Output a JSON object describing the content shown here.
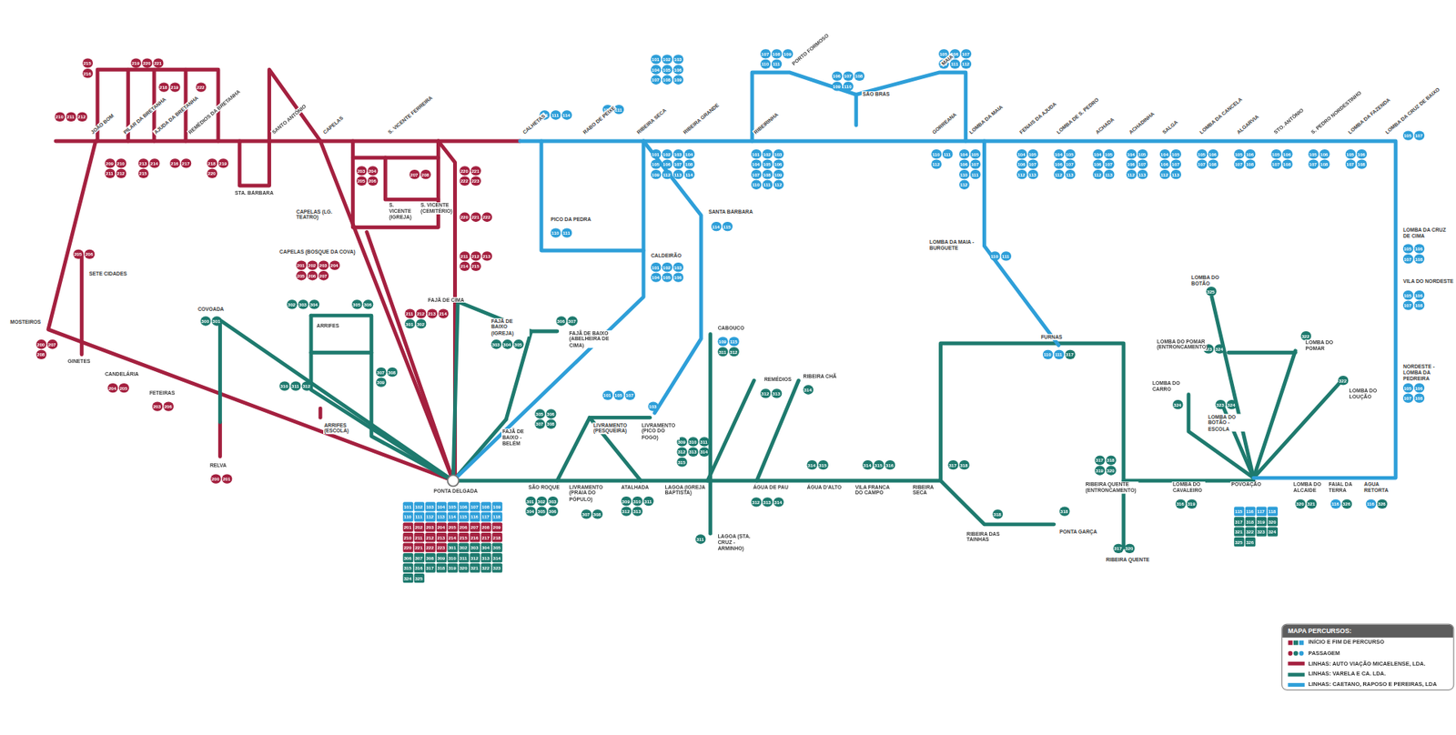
{
  "diagram": {
    "nodes": [
      {
        "text": [
          "101",
          "102",
          "103",
          "104",
          "105",
          "106",
          "107",
          "108",
          "109",
          "110",
          "111",
          "112",
          "113",
          "114",
          "115",
          "116",
          "117",
          "118",
          "201",
          "202",
          "203",
          "204",
          "205",
          "206",
          "207",
          "208",
          "209",
          "210",
          "211",
          "212",
          "213",
          "214",
          "215",
          "216",
          "217",
          "218",
          "220",
          "221",
          "222",
          "223",
          "301",
          "302",
          "303",
          "304",
          "305",
          "306",
          "307",
          "308",
          "309",
          "310",
          "311",
          "312",
          "313",
          "314",
          "315",
          "316",
          "317",
          "318",
          "319",
          "320",
          "321",
          "322",
          "323",
          "324",
          "325"
        ]
      },
      {
        "text": [
          "115",
          "116",
          "117",
          "118",
          "317",
          "318",
          "319",
          "320",
          "321",
          "322",
          "323",
          "324",
          "325",
          "326"
        ]
      },
      {
        "text": [
          "210",
          "211",
          "212"
        ]
      },
      {
        "text": [
          "215",
          "216"
        ]
      },
      {
        "text": [
          "219",
          "220",
          "221"
        ]
      },
      {
        "text": [
          "218",
          "219"
        ]
      },
      {
        "text": [
          "222"
        ]
      },
      {
        "text": [
          "209",
          "210",
          "211",
          "212"
        ]
      },
      {
        "text": [
          "213",
          "214",
          "215"
        ]
      },
      {
        "text": [
          "216",
          "217"
        ]
      },
      {
        "text": [
          "218",
          "219",
          "220"
        ]
      },
      {
        "text": [
          "205",
          "206"
        ]
      },
      {
        "text": [
          "200",
          "207",
          "208"
        ]
      },
      {
        "text": [
          "204",
          "205"
        ]
      },
      {
        "text": [
          "203",
          "206"
        ]
      },
      {
        "text": [
          "200",
          "201"
        ]
      },
      {
        "text": [
          "300",
          "301"
        ]
      },
      {
        "text": [
          "302",
          "303",
          "304"
        ]
      },
      {
        "text": [
          "305",
          "306"
        ]
      },
      {
        "text": [
          "307",
          "308",
          "309"
        ]
      },
      {
        "text": [
          "310",
          "311",
          "312"
        ]
      },
      {
        "text": [
          "201",
          "202",
          "203",
          "204",
          "205",
          "206",
          "207"
        ]
      },
      {
        "text": [
          "203",
          "204",
          "205",
          "206"
        ]
      },
      {
        "text": [
          "207",
          "208"
        ]
      },
      {
        "text": [
          "220",
          "221",
          "222",
          "223"
        ]
      },
      {
        "text": [
          "220",
          "221",
          "222"
        ]
      },
      {
        "text": [
          "211",
          "212",
          "213",
          "214",
          "215"
        ]
      },
      {
        "text": [
          "211",
          "212",
          "213",
          "214",
          "301",
          "302"
        ]
      },
      {
        "text": [
          "303",
          "304",
          "305"
        ]
      },
      {
        "text": [
          "306",
          "307"
        ]
      },
      {
        "text": [
          "305",
          "306",
          "307",
          "308"
        ]
      },
      {
        "text": [
          "101",
          "111",
          "114"
        ]
      },
      {
        "text": [
          "110",
          "111"
        ]
      },
      {
        "text": [
          "101",
          "102",
          "103",
          "104",
          "105",
          "106",
          "107",
          "108",
          "109"
        ]
      },
      {
        "text": [
          "101",
          "102",
          "103",
          "104",
          "105",
          "106",
          "107",
          "108",
          "109",
          "112",
          "113",
          "114"
        ]
      },
      {
        "text": [
          "110",
          "111"
        ]
      },
      {
        "text": [
          "101",
          "102",
          "103",
          "104",
          "105",
          "106"
        ]
      },
      {
        "text": [
          "114",
          "115"
        ]
      },
      {
        "text": [
          "107",
          "108",
          "109",
          "110",
          "111"
        ]
      },
      {
        "text": [
          "106",
          "107",
          "108",
          "109",
          "110"
        ]
      },
      {
        "text": [
          "105",
          "106",
          "107",
          "110",
          "111",
          "112"
        ]
      },
      {
        "text": [
          "101",
          "102",
          "103",
          "104",
          "105",
          "106",
          "107",
          "108",
          "109",
          "110",
          "111",
          "112"
        ]
      },
      {
        "text": [
          "110",
          "111",
          "112"
        ]
      },
      {
        "text": [
          "104",
          "105",
          "106",
          "107",
          "110",
          "111",
          "112"
        ]
      },
      {
        "text": [
          "110",
          "111"
        ]
      },
      {
        "text": [
          "110",
          "111",
          "317"
        ]
      },
      {
        "text": [
          "104",
          "105",
          "106",
          "107",
          "112",
          "113"
        ]
      },
      {
        "text": [
          "104",
          "105",
          "106",
          "107",
          "112",
          "113"
        ]
      },
      {
        "text": [
          "104",
          "105",
          "106",
          "107",
          "112",
          "113"
        ]
      },
      {
        "text": [
          "104",
          "105",
          "106",
          "107",
          "112",
          "113"
        ]
      },
      {
        "text": [
          "104",
          "105",
          "106",
          "107",
          "112",
          "113"
        ]
      },
      {
        "text": [
          "105",
          "106",
          "107",
          "108"
        ]
      },
      {
        "text": [
          "105",
          "106",
          "107",
          "108"
        ]
      },
      {
        "text": [
          "105",
          "106",
          "107",
          "108"
        ]
      },
      {
        "text": [
          "105",
          "106",
          "107",
          "108"
        ]
      },
      {
        "text": [
          "105",
          "106",
          "107",
          "108"
        ]
      },
      {
        "text": [
          "105",
          "107"
        ]
      },
      {
        "text": [
          "105",
          "106",
          "107",
          "108"
        ]
      },
      {
        "text": [
          "105",
          "106",
          "107",
          "108"
        ]
      },
      {
        "text": [
          "105",
          "106",
          "107",
          "108"
        ]
      },
      {
        "text": [
          "116",
          "326"
        ]
      },
      {
        "text": [
          "116",
          "326"
        ]
      },
      {
        "text": [
          "320",
          "321"
        ]
      },
      {
        "text": [
          "316",
          "319"
        ]
      },
      {
        "text": [
          "301",
          "302",
          "303",
          "304",
          "305",
          "306"
        ]
      },
      {
        "text": [
          "307",
          "308"
        ]
      },
      {
        "text": [
          "309",
          "310",
          "311",
          "312",
          "313"
        ]
      },
      {
        "text": [
          "309",
          "310",
          "311",
          "312",
          "313",
          "314",
          "315"
        ]
      },
      {
        "text": [
          "311"
        ]
      },
      {
        "text": [
          "312",
          "313",
          "314"
        ]
      },
      {
        "text": [
          "312",
          "313"
        ]
      },
      {
        "text": [
          "314"
        ]
      },
      {
        "text": [
          "314",
          "315"
        ]
      },
      {
        "text": [
          "314",
          "315",
          "316"
        ]
      },
      {
        "text": [
          "317",
          "318"
        ]
      },
      {
        "text": [
          "318"
        ]
      },
      {
        "text": [
          "318"
        ]
      },
      {
        "text": [
          "317",
          "318",
          "319",
          "320"
        ]
      },
      {
        "text": [
          "317",
          "320"
        ]
      },
      {
        "text": [
          "109",
          "115",
          "311",
          "312"
        ]
      },
      {
        "text": [
          "325"
        ]
      },
      {
        "text": [
          "323",
          "324"
        ]
      },
      {
        "text": [
          "322"
        ]
      },
      {
        "text": [
          "323",
          "324"
        ]
      },
      {
        "text": [
          "324"
        ]
      },
      {
        "text": [
          "322"
        ]
      },
      {
        "text": [
          "101",
          "105",
          "107"
        ]
      },
      {
        "text": [
          "103"
        ]
      },
      {
        "text": [
          "MAPA PERCURSOS:"
        ]
      }
    ],
    "labels": [
      "JOÃO BOM",
      "PILAR DA BRETANHA",
      "AJUDA DA BRETANHA",
      "REMÉDIOS DA BRETANHA",
      "SANTO ANTÓNIO",
      "CAPELAS",
      "S. VICENTE FERREIRA",
      "CALHETAS",
      "RABO DE PEIXE",
      "RIBEIRA SECA",
      "RIBEIRA GRANDE",
      "RIBEIRINHA",
      "PORTO FORMOSO",
      "SÃO BRÁS",
      "MAIA",
      "GORREANA",
      "LOMBA DA MAIA",
      "FENAIS DA AJUDA",
      "LOMBA DE S. PEDRO",
      "ACHADA",
      "ACHADINHA",
      "SALGA",
      "LOMBA DA CANCELA",
      "ALGARVIA",
      "STO. ANTÓNIO",
      "S. PEDRO NORDESTINHO",
      "LOMBA DA FAZENDA",
      "LOMBA DA CRUZ DE BAIXO",
      "LOMBA DA CRUZ DE CIMA",
      "VILA DO NORDESTE",
      "NORDESTE - LOMBA DA PEDREIRA",
      "ÁGUA RETORTA",
      "FAIAL DA TERRA",
      "LOMBA DO ALCAIDE",
      "POVOAÇÃO",
      "LOMBA DO CAVALEIRO",
      "RIBEIRA QUENTE (ENTRONCAMENTO)",
      "RIBEIRA QUENTE",
      "FURNAS",
      "LOMBA DA MAIA - BURGUETE",
      "LOMBA DO BOTÃO",
      "LOMBA DO POMAR (ENTRONCAMENTO)",
      "LOMBA DO POMAR",
      "LOMBA DO BOTÃO - ESCOLA",
      "LOMBA DO CARRO",
      "LOMBA DO LOUÇÃO",
      "PONTA GARÇA",
      "RIBEIRA DAS TAINHAS",
      "RIBEIRA SECA",
      "VILA FRANCA DO CAMPO",
      "ÁGUA D'ALTO",
      "ÁGUA DE PAU",
      "LAGOA (IGREJA BAPTISTA)",
      "LAGOA (STA. CRUZ - ARMINHO)",
      "ATALHADA",
      "LIVRAMENTO (PRAIA DO PÓPULO)",
      "SÃO ROQUE",
      "PONTA DELGADA",
      "REMÉDIOS",
      "RIBEIRA CHÃ",
      "CABOUCO",
      "SANTA BÁRBARA",
      "CALDEIRÃO",
      "PICO DA PEDRA",
      "LIVRAMENTO (PESQUEIRA)",
      "LIVRAMENTO (PICO DO FOGO)",
      "FAJÃ DE BAIXO - BELÉM",
      "FAJÃ DE BAIXO (IGREJA)",
      "FAJÃ DE BAIXO (ABELHEIRA DE CIMA)",
      "FAJÃ DE CIMA",
      "ARRIFES",
      "ARRIFES (ESCOLA)",
      "COVOADA",
      "RELVA",
      "FETEIRAS",
      "CANDELÁRIA",
      "GINETES",
      "MOSTEIROS",
      "SETE CIDADES",
      "CAPELAS (BOSQUE DA COVA)",
      "CAPELAS (LG. TEATRO)",
      "S. VICENTE (IGREJA)",
      "S. VICENTE (CEMITÉRIO)",
      "STA. BÁRBARA"
    ],
    "legend": [
      {
        "text": "INÍCIO E FIM DE PERCURSO"
      },
      {
        "text": "PASSAGEM"
      },
      {
        "text": "LINHAS: AUTO VIAÇÃO MICAELENSE, LDA.",
        "color": "#a4203f"
      },
      {
        "text": "LINHAS: VARELA E CA. LDA.",
        "color": "#1e7a6e"
      },
      {
        "text": "LINHAS: CAETANO, RAPOSO E PEREIRAS, LDA",
        "color": "#2e9fd9"
      }
    ]
  }
}
